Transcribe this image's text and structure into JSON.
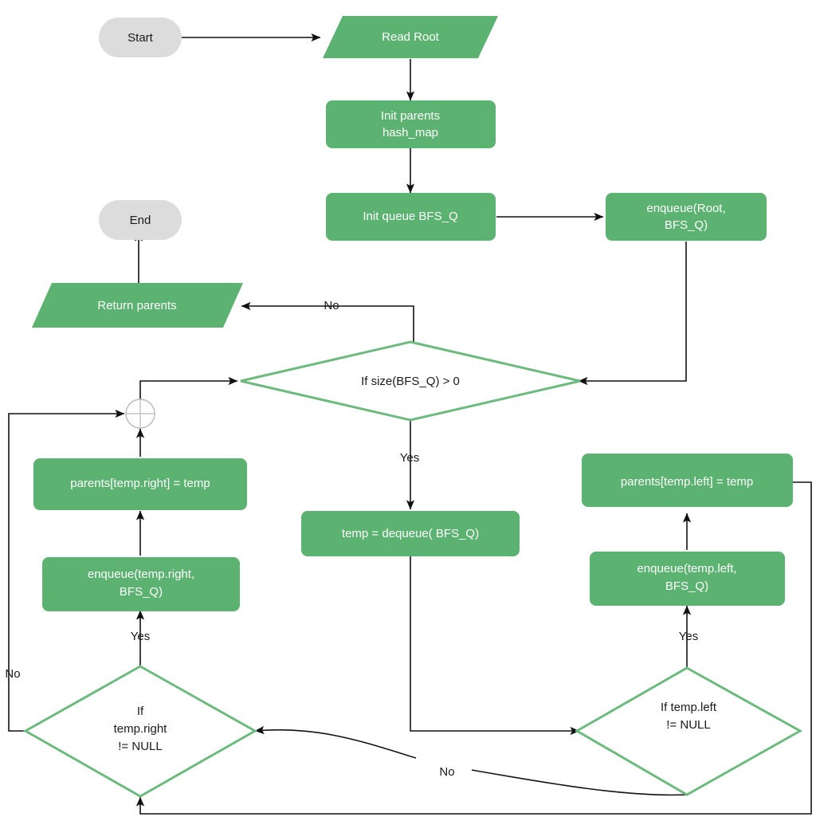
{
  "diagram": {
    "title": "BFS parent-map flowchart",
    "colors": {
      "process_fill": "#5cb270",
      "terminator_fill": "#dcdcdc",
      "decision_stroke": "#6dba7f",
      "decision_fill": "#ffffff",
      "connector": "#111111",
      "process_text": "#ffffff",
      "terminator_text": "#1a1a1a"
    },
    "nodes": {
      "start": {
        "label": "Start",
        "shape": "terminator"
      },
      "read_root": {
        "label": "Read Root",
        "shape": "parallelogram"
      },
      "init_parents": {
        "label_line1": "Init parents",
        "label_line2": "hash_map",
        "shape": "process"
      },
      "init_queue": {
        "label": "Init queue BFS_Q",
        "shape": "process"
      },
      "enqueue_root": {
        "label_line1": "enqueue(Root,",
        "label_line2": "BFS_Q)",
        "shape": "process"
      },
      "end": {
        "label": "End",
        "shape": "terminator"
      },
      "return_parents": {
        "label": "Return  parents",
        "shape": "parallelogram"
      },
      "if_size": {
        "label": "If size(BFS_Q) > 0",
        "shape": "decision"
      },
      "dequeue": {
        "label": "temp = dequeue( BFS_Q)",
        "shape": "process"
      },
      "parents_right": {
        "label": "parents[temp.right] = temp",
        "shape": "process"
      },
      "enqueue_right": {
        "label_line1": "enqueue(temp.right,",
        "label_line2": "BFS_Q)",
        "shape": "process"
      },
      "if_temp_right": {
        "label_line1": "If",
        "label_line2": "temp.right",
        "label_line3": "!= NULL",
        "shape": "decision"
      },
      "parents_left": {
        "label": "parents[temp.left] = temp",
        "shape": "process"
      },
      "enqueue_left": {
        "label_line1": "enqueue(temp.left,",
        "label_line2": "BFS_Q)",
        "shape": "process"
      },
      "if_temp_left": {
        "label_line1": "If temp.left",
        "label_line2": "!= NULL",
        "shape": "decision"
      },
      "merge_junction": {
        "label": "",
        "shape": "junction-circle"
      }
    },
    "edge_labels": {
      "size_no": "No",
      "size_yes": "Yes",
      "right_yes": "Yes",
      "right_no": "No",
      "left_yes": "Yes",
      "left_no": "No"
    }
  }
}
